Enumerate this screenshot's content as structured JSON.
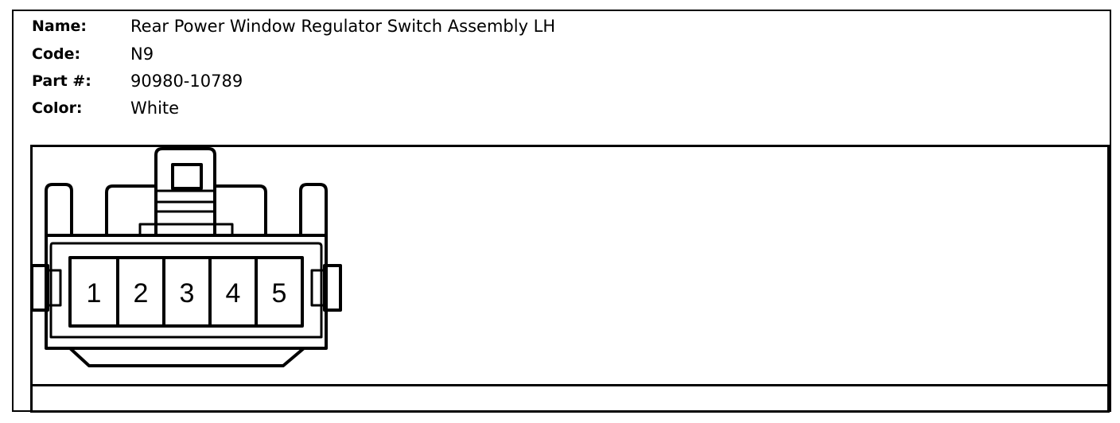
{
  "info": {
    "name_label": "Name:",
    "name_value": "Rear Power Window Regulator Switch Assembly LH",
    "code_label": "Code:",
    "code_value": "N9",
    "part_label": "Part #:",
    "part_value": "90980-10789",
    "color_label": "Color:",
    "color_value": "White"
  },
  "connector": {
    "pins": [
      "1",
      "2",
      "3",
      "4",
      "5"
    ]
  }
}
